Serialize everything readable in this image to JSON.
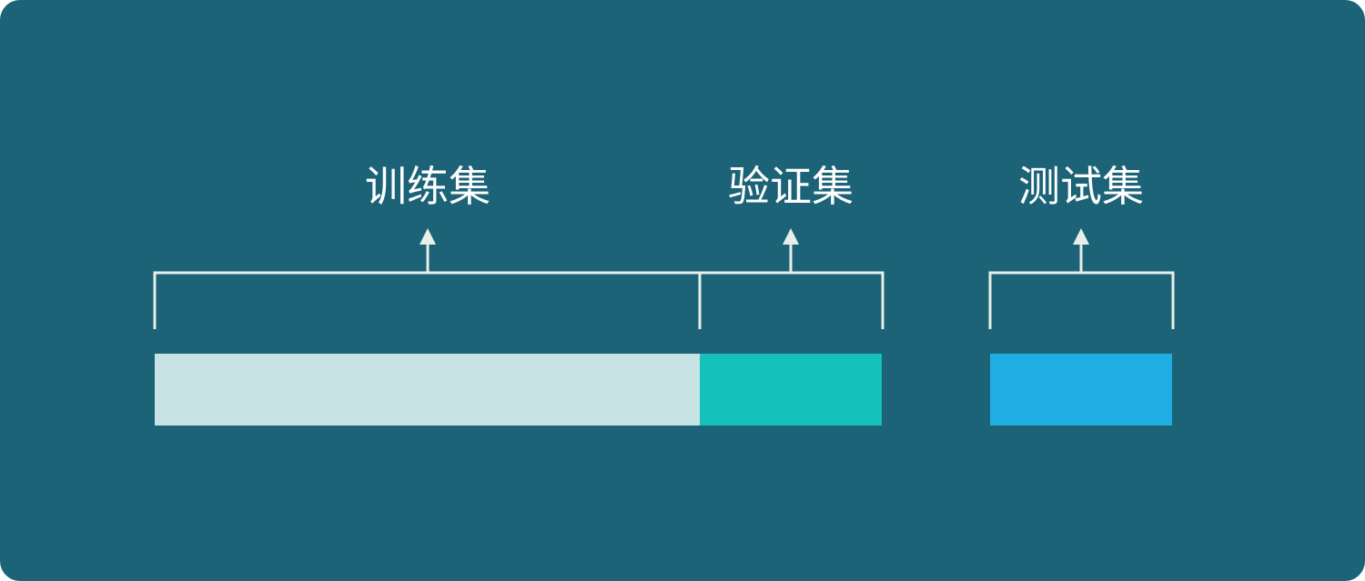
{
  "colors": {
    "background": "#1c6378",
    "bracket": "#e6efe9",
    "train": "#c7e3e3",
    "validation": "#16c0bb",
    "test": "#20ade3"
  },
  "segments": [
    {
      "id": "train",
      "label": "训练集",
      "share": 3
    },
    {
      "id": "validation",
      "label": "验证集",
      "share": 1
    },
    {
      "id": "test",
      "label": "测试集",
      "share": 1
    }
  ]
}
